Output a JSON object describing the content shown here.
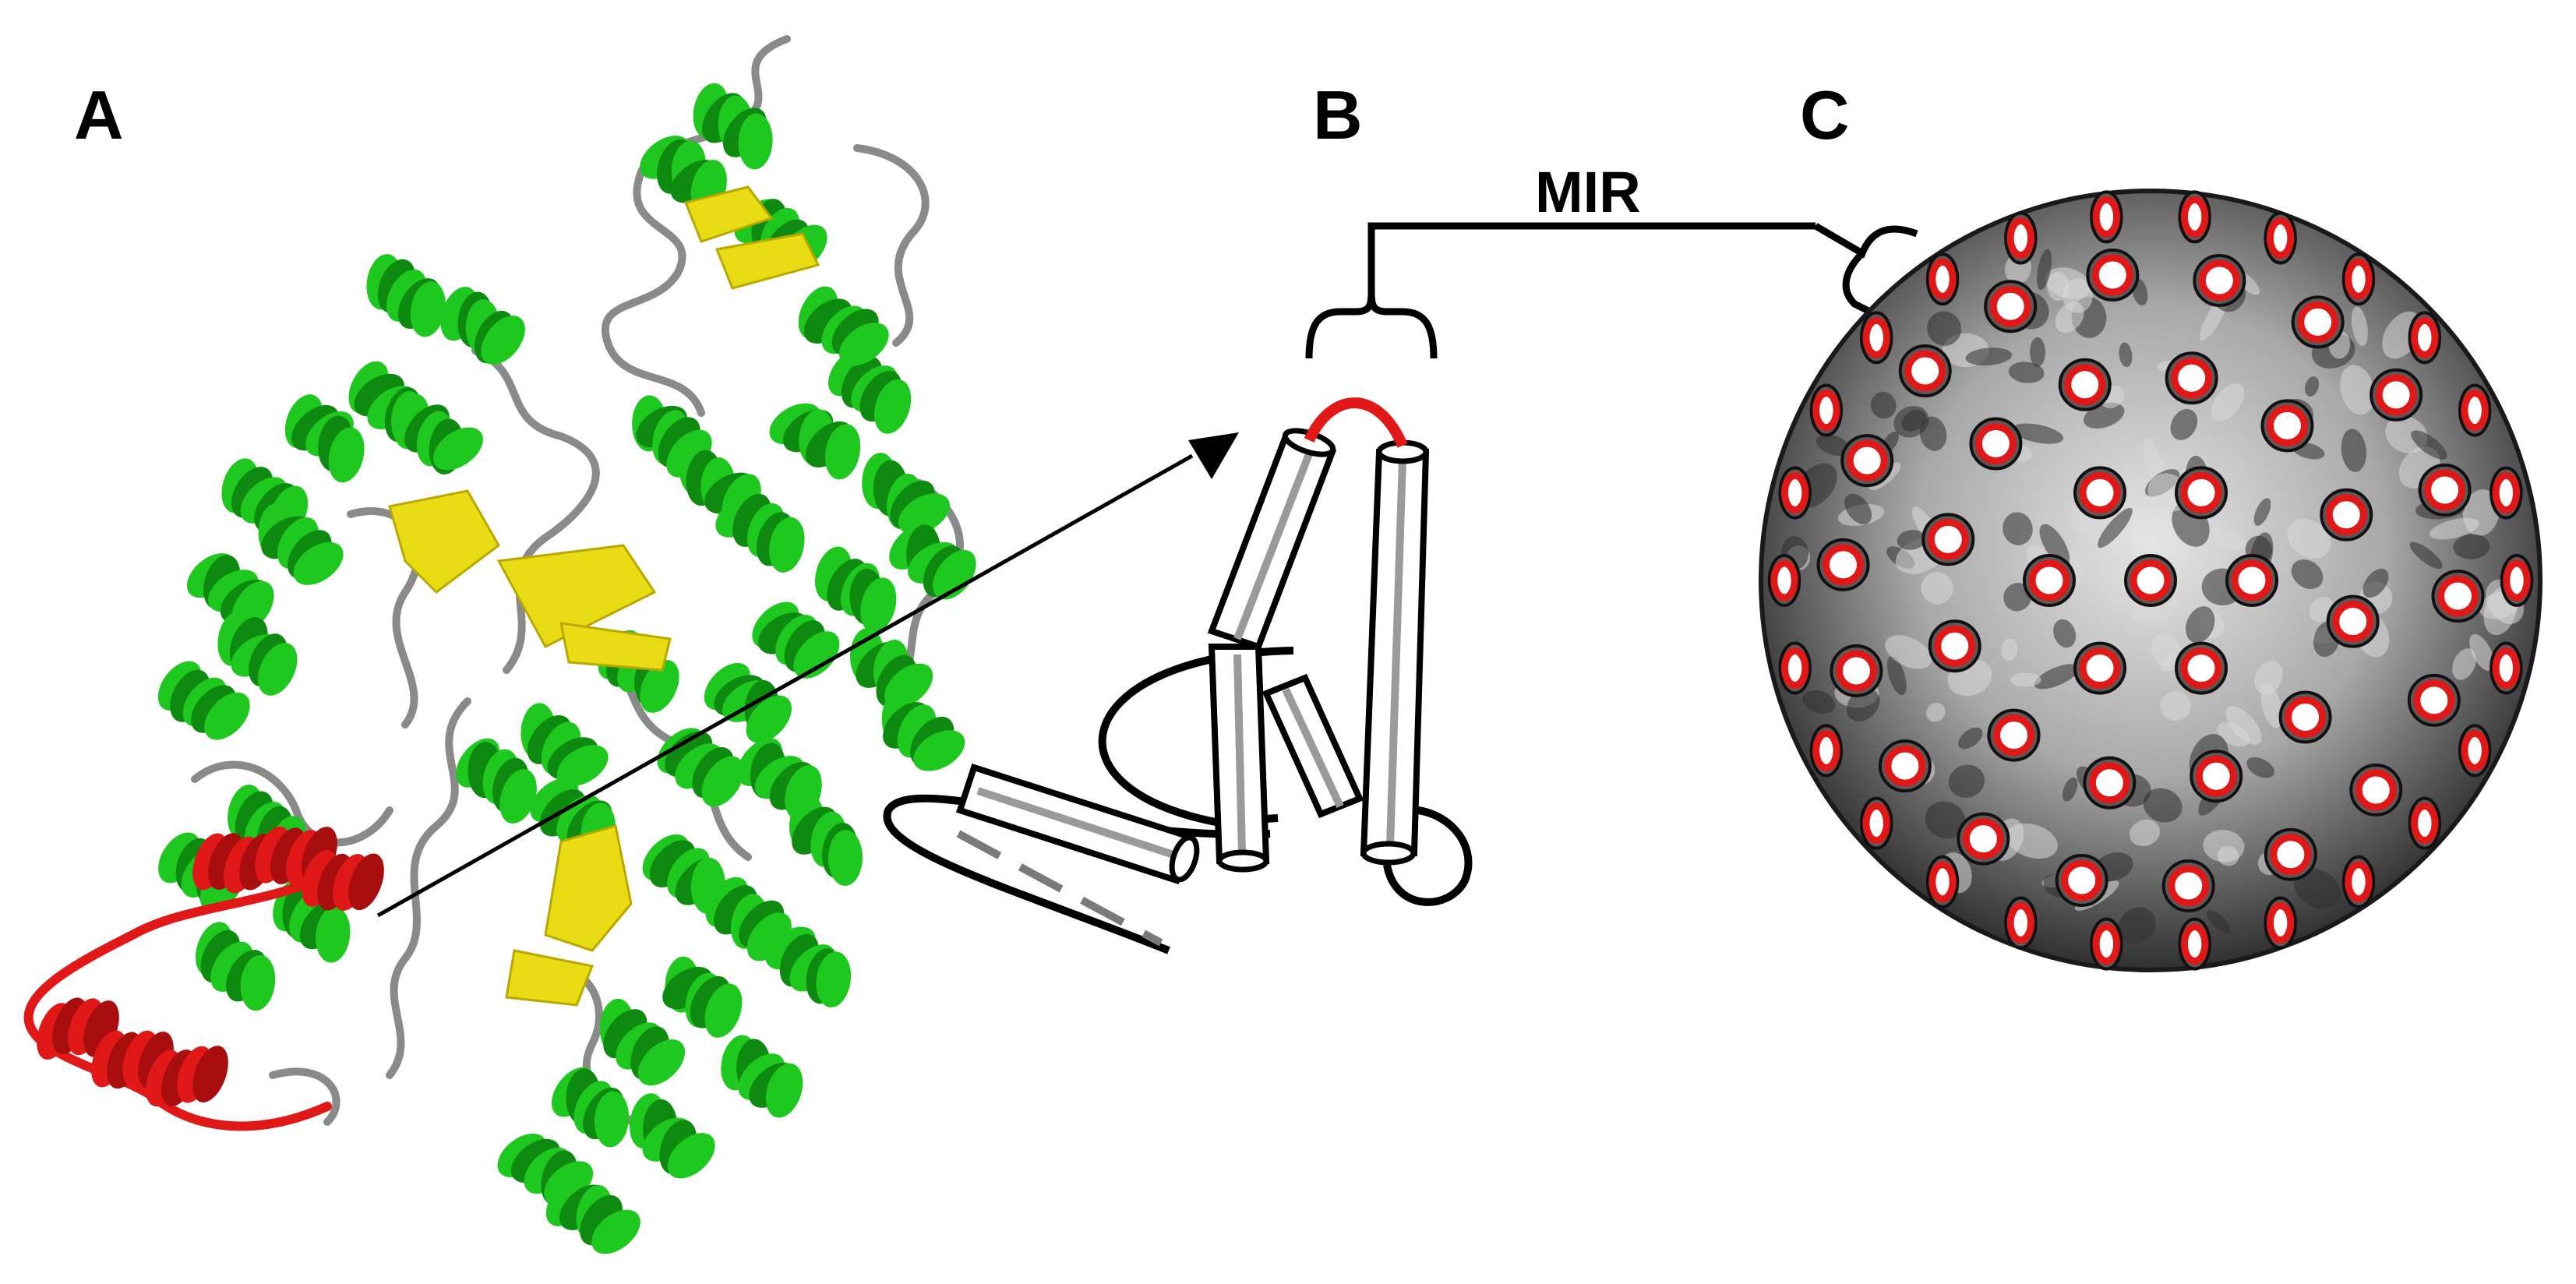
{
  "panels": {
    "a_label": "A",
    "b_label": "B",
    "c_label": "C"
  },
  "mir_label": "MIR",
  "colors": {
    "helix": "#1ec81e",
    "helix_dark": "#0f8a10",
    "sheet": "#e8dc14",
    "coil": "#8a8a8a",
    "mir_region": "#e01818",
    "capsid": "#9a9a9a",
    "capsid_dark": "#2a2a2a",
    "ink": "#000000",
    "cylinder_stripe": "#9a9a9a"
  }
}
